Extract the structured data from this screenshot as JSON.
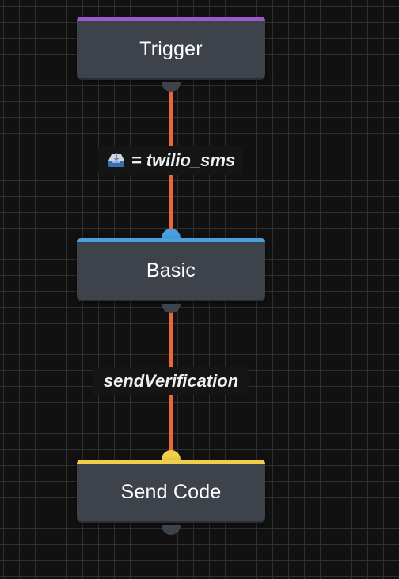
{
  "flow": {
    "nodes": [
      {
        "id": "trigger",
        "label": "Trigger",
        "accent": "#9b59d0"
      },
      {
        "id": "basic",
        "label": "Basic",
        "accent": "#4a9fe0"
      },
      {
        "id": "send_code",
        "label": "Send Code",
        "accent": "#f2cf4a"
      }
    ],
    "edges": [
      {
        "from": "trigger",
        "to": "basic",
        "icon": "inbox-tray-icon",
        "label": "= twilio_sms"
      },
      {
        "from": "basic",
        "to": "send_code",
        "label": "sendVerification"
      }
    ],
    "connector_color": "#e8663a",
    "node_color": "#3e434b"
  }
}
